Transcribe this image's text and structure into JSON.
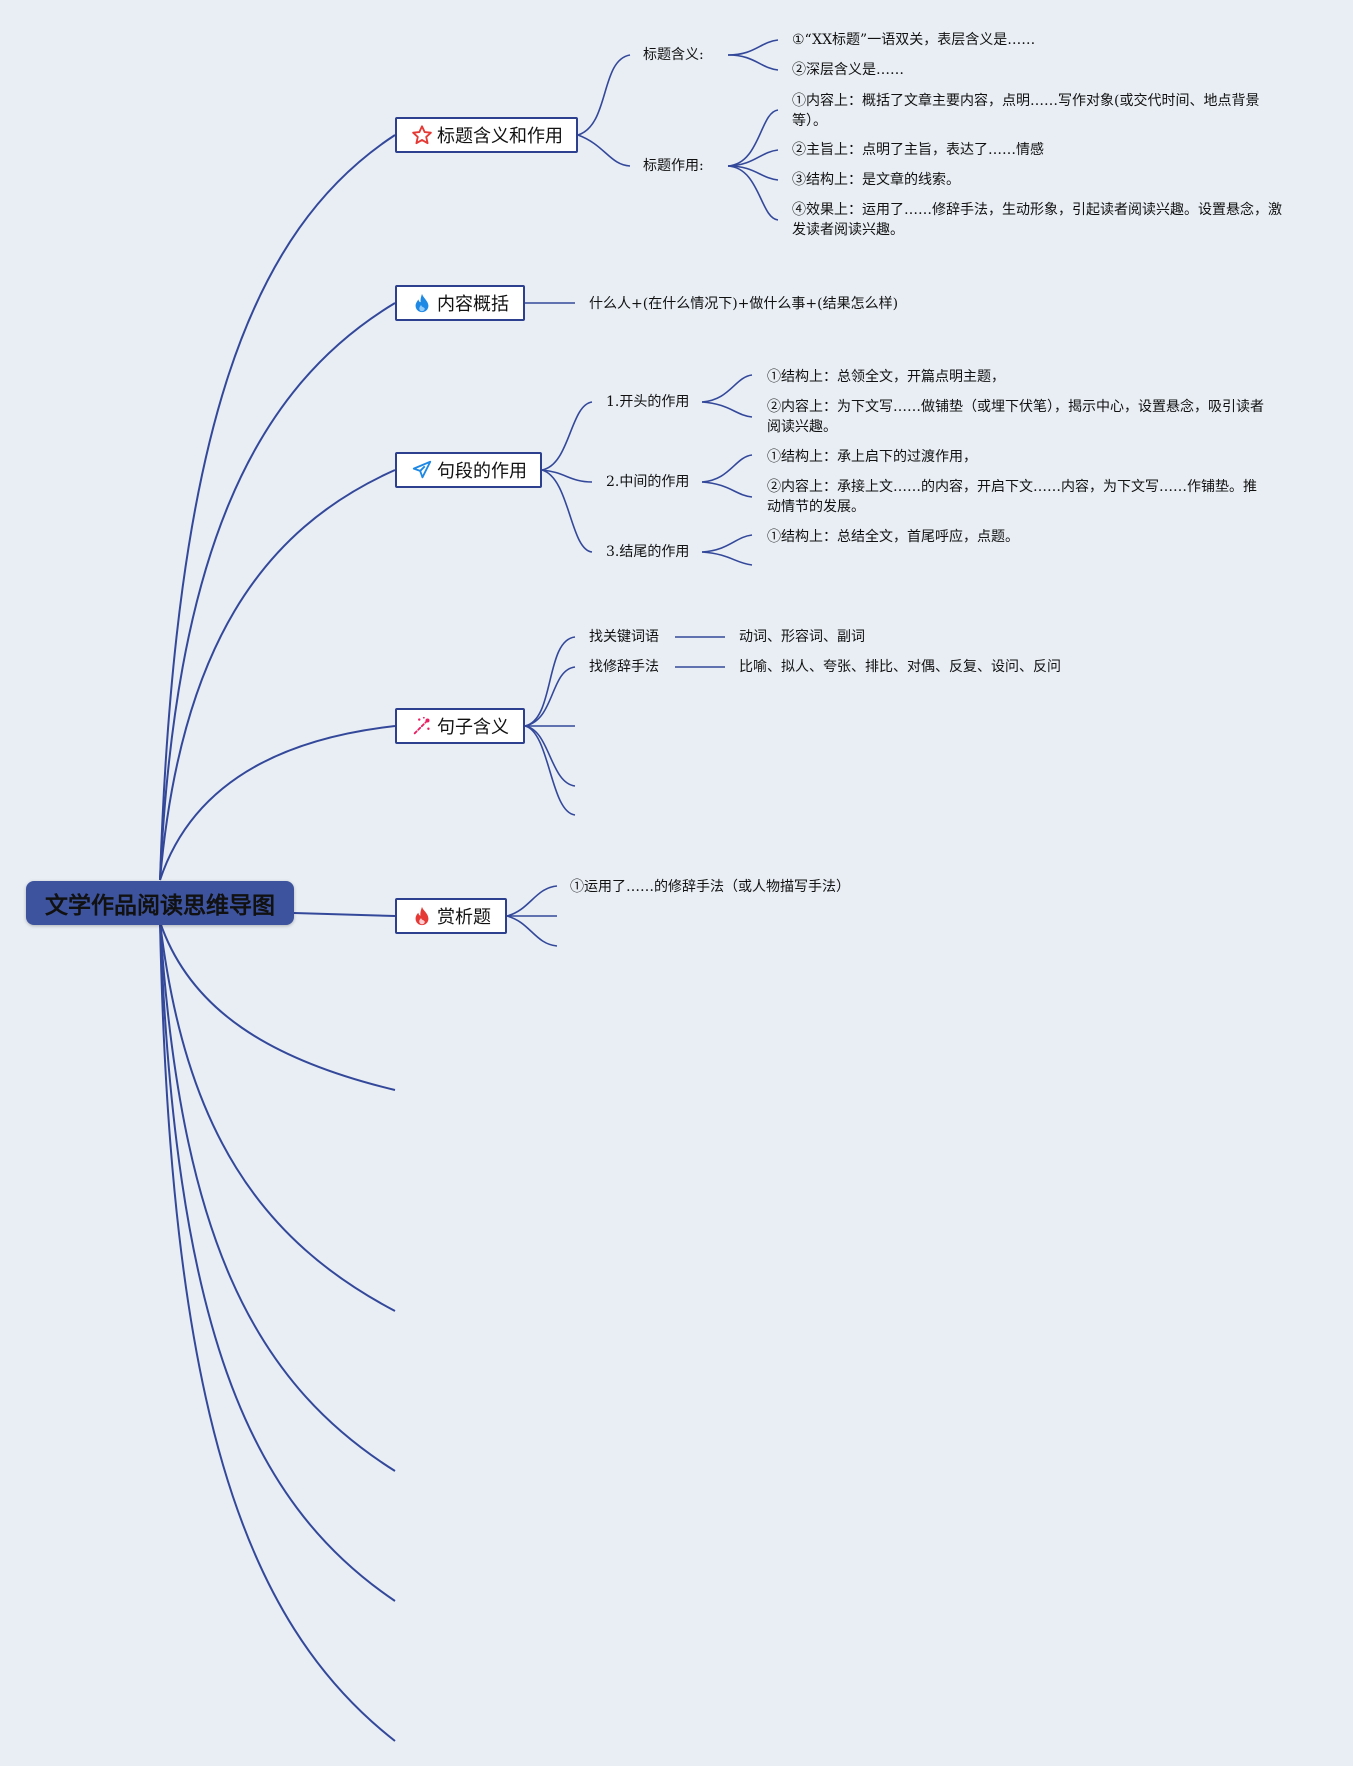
{
  "root": {
    "title": "文学作品阅读思维导图"
  },
  "branches": {
    "title": {
      "label": "标题含义和作用",
      "icon": "star-icon",
      "meaning": {
        "label": "标题含义:",
        "items": [
          "①“XX标题”一语双关，表层含义是……",
          "②深层含义是……"
        ]
      },
      "function": {
        "label": "标题作用:",
        "items": [
          "①内容上：概括了文章主要内容，点明……写作对象(或交代时间、地点背景等）。",
          "②主旨上：点明了主旨，表达了……情感",
          "③结构上：是文章的线索。",
          "④效果上：运用了……修辞手法，生动形象，引起读者阅读兴趣。设置悬念，激发读者阅读兴趣。"
        ]
      }
    },
    "summary": {
      "label": "内容概括",
      "icon": "water-drop-icon",
      "formula": "什么人+(在什么情况下)+做什么事+(结果怎么样)"
    },
    "paragraph": {
      "label": "句段的作用",
      "icon": "paper-plane-icon",
      "opening": {
        "label": "1.开头的作用",
        "items": [
          "①结构上：总领全文，开篇点明主题，",
          "②内容上：为下文写……做铺垫（或埋下伏笔），揭示中心，设置悬念，吸引读者阅读兴趣。"
        ]
      },
      "middle": {
        "label": "2.中间的作用",
        "items": [
          "①结构上：承上启下的过渡作用，",
          "②内容上：承接上文……的内容，开启下文……内容，为下文写……作铺垫。推动情节的发展。"
        ]
      },
      "ending": {
        "label": "3.结尾的作用",
        "items": [
          "①结构上：总结全文，首尾呼应，点题。"
        ]
      }
    },
    "sentence": {
      "label": "句子含义",
      "icon": "sparkle-icon",
      "keywords": {
        "label": "找关键词语",
        "value": "动词、形容词、副词"
      },
      "rhetoric": {
        "label": "找修辞手法",
        "value": "比喻、拟人、夸张、排比、对偶、反复、设问、反问"
      }
    },
    "appreciation": {
      "label": "赏析题",
      "icon": "flame-icon",
      "items": [
        "①运用了……的修辞手法（或人物描写手法）"
      ]
    }
  },
  "colors": {
    "line": "#34489a",
    "root": "#3d539e",
    "background": "#e8eef4"
  }
}
